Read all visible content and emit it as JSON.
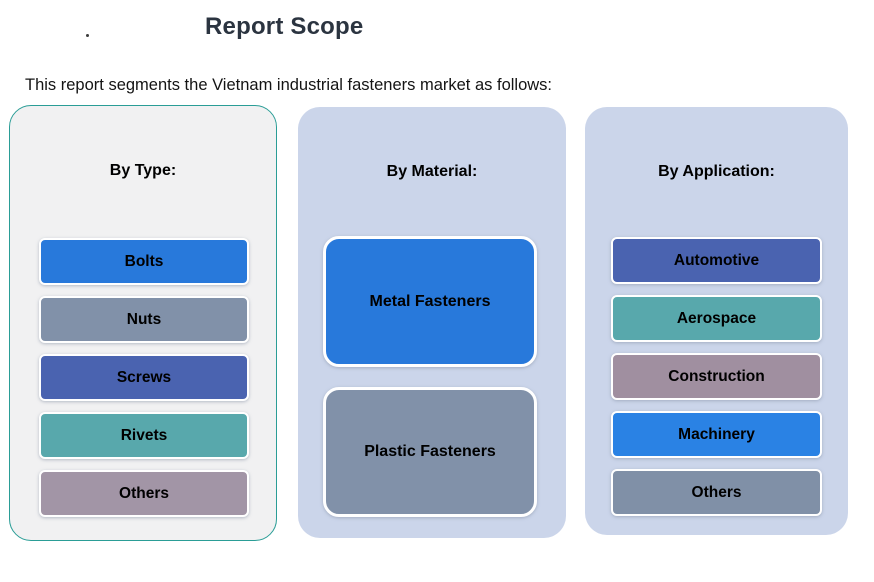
{
  "page": {
    "title": "Report Scope",
    "intro": "This report segments the Vietnam industrial fasteners market as follows:",
    "stray_dot": ""
  },
  "colors": {
    "title_text": "#2b3440",
    "panel_type_bg": "#f1f1f2",
    "panel_type_border": "#2a9d96",
    "panel_soft_bg": "#cbd5ea",
    "chip_border": "#ffffff",
    "chip_text": "#000000"
  },
  "panels": [
    {
      "header": "By Type:",
      "items": [
        {
          "label": "Bolts",
          "color": "#2879db"
        },
        {
          "label": "Nuts",
          "color": "#8191a9"
        },
        {
          "label": "Screws",
          "color": "#4a63b0"
        },
        {
          "label": "Rivets",
          "color": "#58a8ac"
        },
        {
          "label": "Others",
          "color": "#a295a6"
        }
      ]
    },
    {
      "header": "By Material:",
      "items": [
        {
          "label": "Metal Fasteners",
          "color": "#2879db"
        },
        {
          "label": "Plastic Fasteners",
          "color": "#8191a9"
        }
      ]
    },
    {
      "header": "By Application:",
      "items": [
        {
          "label": "Automotive",
          "color": "#4a63b0"
        },
        {
          "label": "Aerospace",
          "color": "#58a8ac"
        },
        {
          "label": "Construction",
          "color": "#a08fa0"
        },
        {
          "label": "Machinery",
          "color": "#2a82e4"
        },
        {
          "label": "Others",
          "color": "#8090a7"
        }
      ]
    }
  ]
}
